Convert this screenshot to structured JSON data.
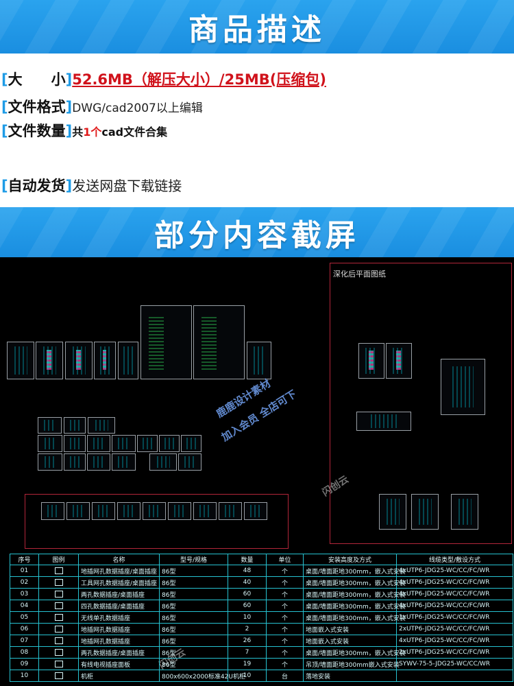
{
  "banner_top": {
    "title": "商品描述"
  },
  "info": {
    "size": {
      "key": "大　　小",
      "value": "52.6MB（解压大小）/25MB(压缩包)"
    },
    "format": {
      "key": "文件格式",
      "value": "DWG/cad2007以上编辑"
    },
    "count": {
      "key": "文件数量",
      "pre": "共",
      "num": "1个",
      "post": "cad文件合集"
    },
    "shipping": {
      "key": "自动发货",
      "value": "发送网盘下载链接"
    },
    "bracket_open": "[",
    "bracket_close": "]"
  },
  "banner_preview": {
    "title": "部分内容截屏"
  },
  "cad": {
    "sheet_title": "深化后平面图纸",
    "watermark_1": "鹿鹿设计素材",
    "watermark_2": "加入会员 全店可下",
    "watermark_3": "闪创云",
    "watermark_4": "闪创云"
  },
  "table": {
    "headers": [
      "序号",
      "图例",
      "名称",
      "型号/规格",
      "数量",
      "单位",
      "安装高度及方式",
      "线缆类型/敷设方式"
    ],
    "rows": [
      [
        "01",
        "",
        "地插网孔数据插座/桌面插座",
        "86型",
        "48",
        "个",
        "桌面/墙面距地300mm，嵌入式安装",
        "4xUTP6-JDG25-WC/CC/FC/WR"
      ],
      [
        "02",
        "",
        "工具网孔数据插座/桌面插座",
        "86型",
        "40",
        "个",
        "桌面/墙面距地300mm，嵌入式安装",
        "4xUTP6-JDG25-WC/CC/FC/WR"
      ],
      [
        "03",
        "",
        "两孔数据插座/桌面插座",
        "86型",
        "60",
        "个",
        "桌面/墙面距地300mm，嵌入式安装",
        "4xUTP6-JDG25-WC/CC/FC/WR"
      ],
      [
        "04",
        "",
        "四孔数据插座/桌面插座",
        "86型",
        "60",
        "个",
        "桌面/墙面距地300mm，嵌入式安装",
        "4xUTP6-JDG25-WC/CC/FC/WR"
      ],
      [
        "05",
        "",
        "无线单孔数据插座",
        "86型",
        "10",
        "个",
        "桌面/墙面距地300mm，嵌入式安装",
        "1xUTP6-JDG25-WC/CC/FC/WR"
      ],
      [
        "06",
        "",
        "地插网孔数据插座",
        "86型",
        "2",
        "个",
        "地面嵌入式安装",
        "2xUTP6-JDG25-WC/CC/FC/WR"
      ],
      [
        "07",
        "",
        "地插网孔数据插座",
        "86型",
        "26",
        "个",
        "地面嵌入式安装",
        "4xUTP6-JDG25-WC/CC/FC/WR"
      ],
      [
        "08",
        "",
        "两孔数据插座/桌面插座",
        "86型",
        "7",
        "个",
        "桌面/墙面距地300mm，嵌入式安装",
        "2xUTP6-JDG25-WC/CC/FC/WR"
      ],
      [
        "09",
        "",
        "有线电视插座面板",
        "86型",
        "19",
        "个",
        "吊顶/墙面距地300mm嵌入式安装",
        "SYWV-75-5-JDG25-WC/CC/WR"
      ],
      [
        "10",
        "",
        "机柜",
        "800x600x2000标准42U机柜",
        "10",
        "台",
        "落地安装",
        ""
      ]
    ]
  },
  "colors": {
    "accent_blue": "#1e9be6",
    "price_red": "#d0121b",
    "cad_cyan": "#27c3d2"
  }
}
